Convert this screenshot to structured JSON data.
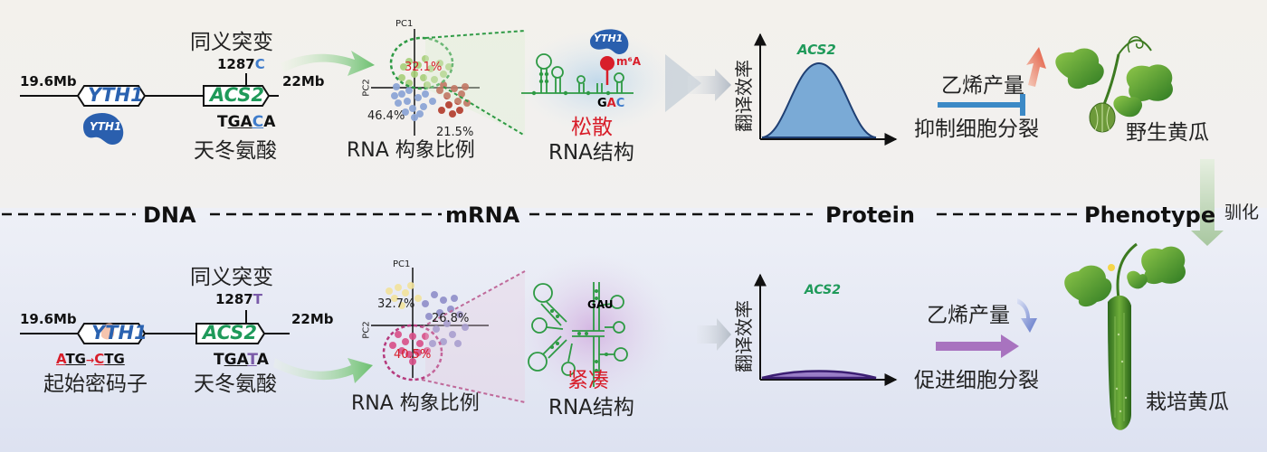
{
  "bands": {
    "dna": "DNA",
    "mrna": "mRNA",
    "protein": "Protein",
    "phenotype": "Phenotype"
  },
  "domestication": "驯化",
  "top": {
    "left_pos": "19.6Mb",
    "right_pos": "22Mb",
    "gene1": "YTH1",
    "gene2": "ACS2",
    "protein_label": "YTH1",
    "mutation_title": "同义突变",
    "mut_pos": "1287",
    "mut_base": "C",
    "codon": {
      "a": "T",
      "b": "G",
      "c": "A",
      "d": "C",
      "e": "A"
    },
    "aa": "天冬氨酸",
    "pc1": "PC1",
    "pc2": "PC2",
    "pct_a": "32.1%",
    "pct_b": "46.4%",
    "pct_c": "21.5%",
    "rna_ratio": "RNA 构象比例",
    "yth_label": "YTH1",
    "m6a": "m⁶A",
    "seq": {
      "g": "G",
      "a": "A",
      "c": "C"
    },
    "state": "松散",
    "rna_struct": "RNA结构",
    "ylabel": "翻译效率",
    "curve_gene": "ACS2",
    "ethylene": "乙烯产量",
    "division": "抑制细胞分裂",
    "plant": "野生黄瓜"
  },
  "bottom": {
    "left_pos": "19.6Mb",
    "right_pos": "22Mb",
    "gene1": "YTH1",
    "gene2": "ACS2",
    "mutation_title": "同义突变",
    "mut_pos": "1287",
    "mut_base": "T",
    "start_codon": {
      "a": "A",
      "tg1": "TG",
      "arrow": "→",
      "c": "C",
      "tg2": "TG"
    },
    "start_label": "起始密码子",
    "codon": {
      "a": "T",
      "b": "G",
      "c": "A",
      "d": "T",
      "e": "A"
    },
    "aa": "天冬氨酸",
    "pc1": "PC1",
    "pc2": "PC2",
    "pct_a": "32.7%",
    "pct_b": "26.8%",
    "pct_c": "40.5%",
    "rna_ratio": "RNA 构象比例",
    "seq": "GAU",
    "state": "紧凑",
    "rna_struct": "RNA结构",
    "ylabel": "翻译效率",
    "curve_gene": "ACS2",
    "ethylene": "乙烯产量",
    "division": "促进细胞分裂",
    "plant": "栽培黄瓜"
  },
  "colors": {
    "gene_blue": "#2a62b0",
    "gene_green": "#1f9a5a",
    "red": "#d81e2a",
    "blue_base": "#3f7ccb",
    "purple_base": "#7a5aa8",
    "curve_fill": "#7aaad6",
    "curve_purple": "#6a3fa0"
  }
}
